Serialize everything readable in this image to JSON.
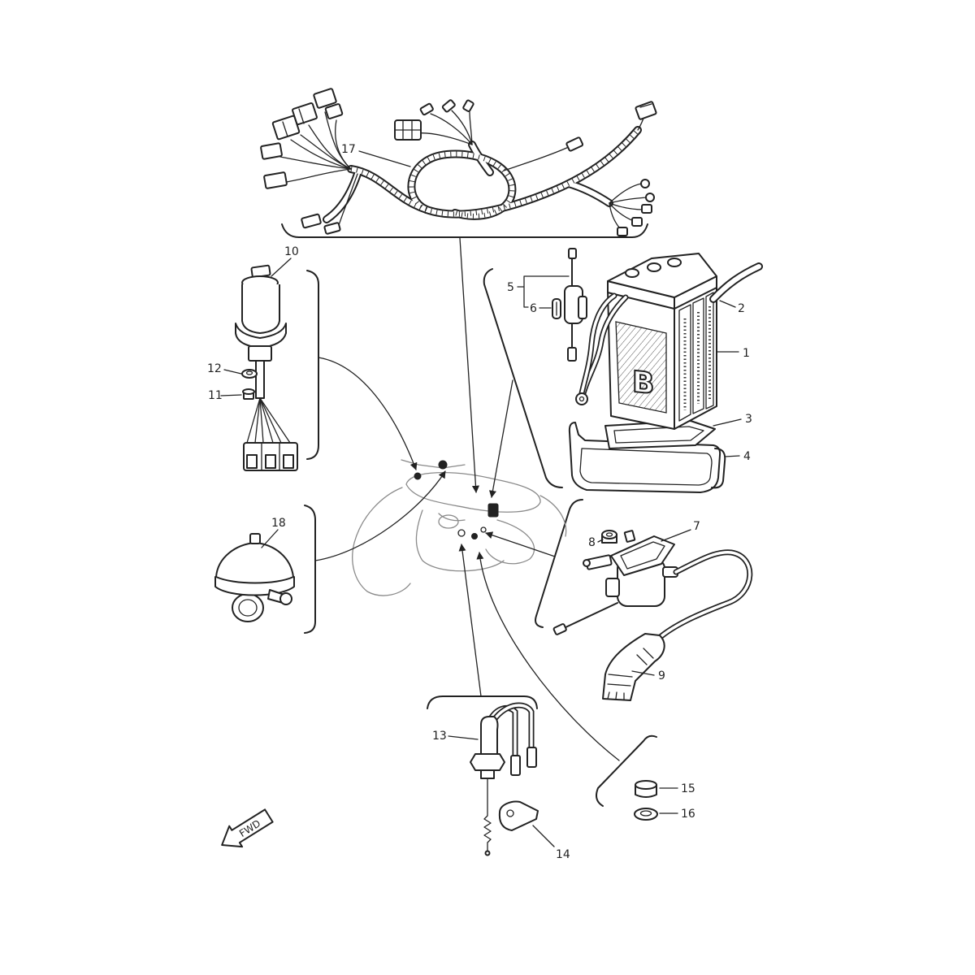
{
  "callouts": {
    "c1": "1",
    "c2": "2",
    "c3": "3",
    "c4": "4",
    "c5": "5",
    "c6": "6",
    "c7": "7",
    "c8": "8",
    "c9": "9",
    "c10": "10",
    "c11": "11",
    "c12": "12",
    "c13": "13",
    "c14": "14",
    "c15": "15",
    "c16": "16",
    "c17": "17",
    "c18": "18"
  },
  "battery_mark": "B",
  "fwd_arrow": "FWD"
}
